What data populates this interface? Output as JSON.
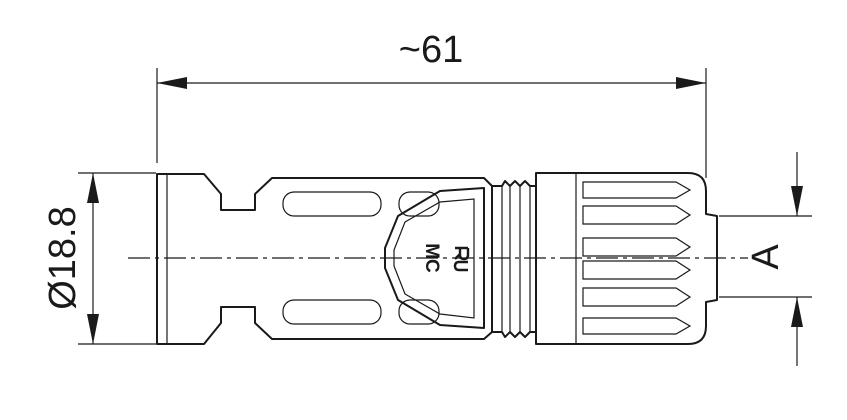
{
  "dimensions": {
    "length": "~61",
    "diameter": "Ø18.8",
    "cable_range": "A"
  },
  "logo": {
    "text": "MC"
  },
  "colors": {
    "line": "#1a1a1a",
    "background": "#ffffff"
  }
}
